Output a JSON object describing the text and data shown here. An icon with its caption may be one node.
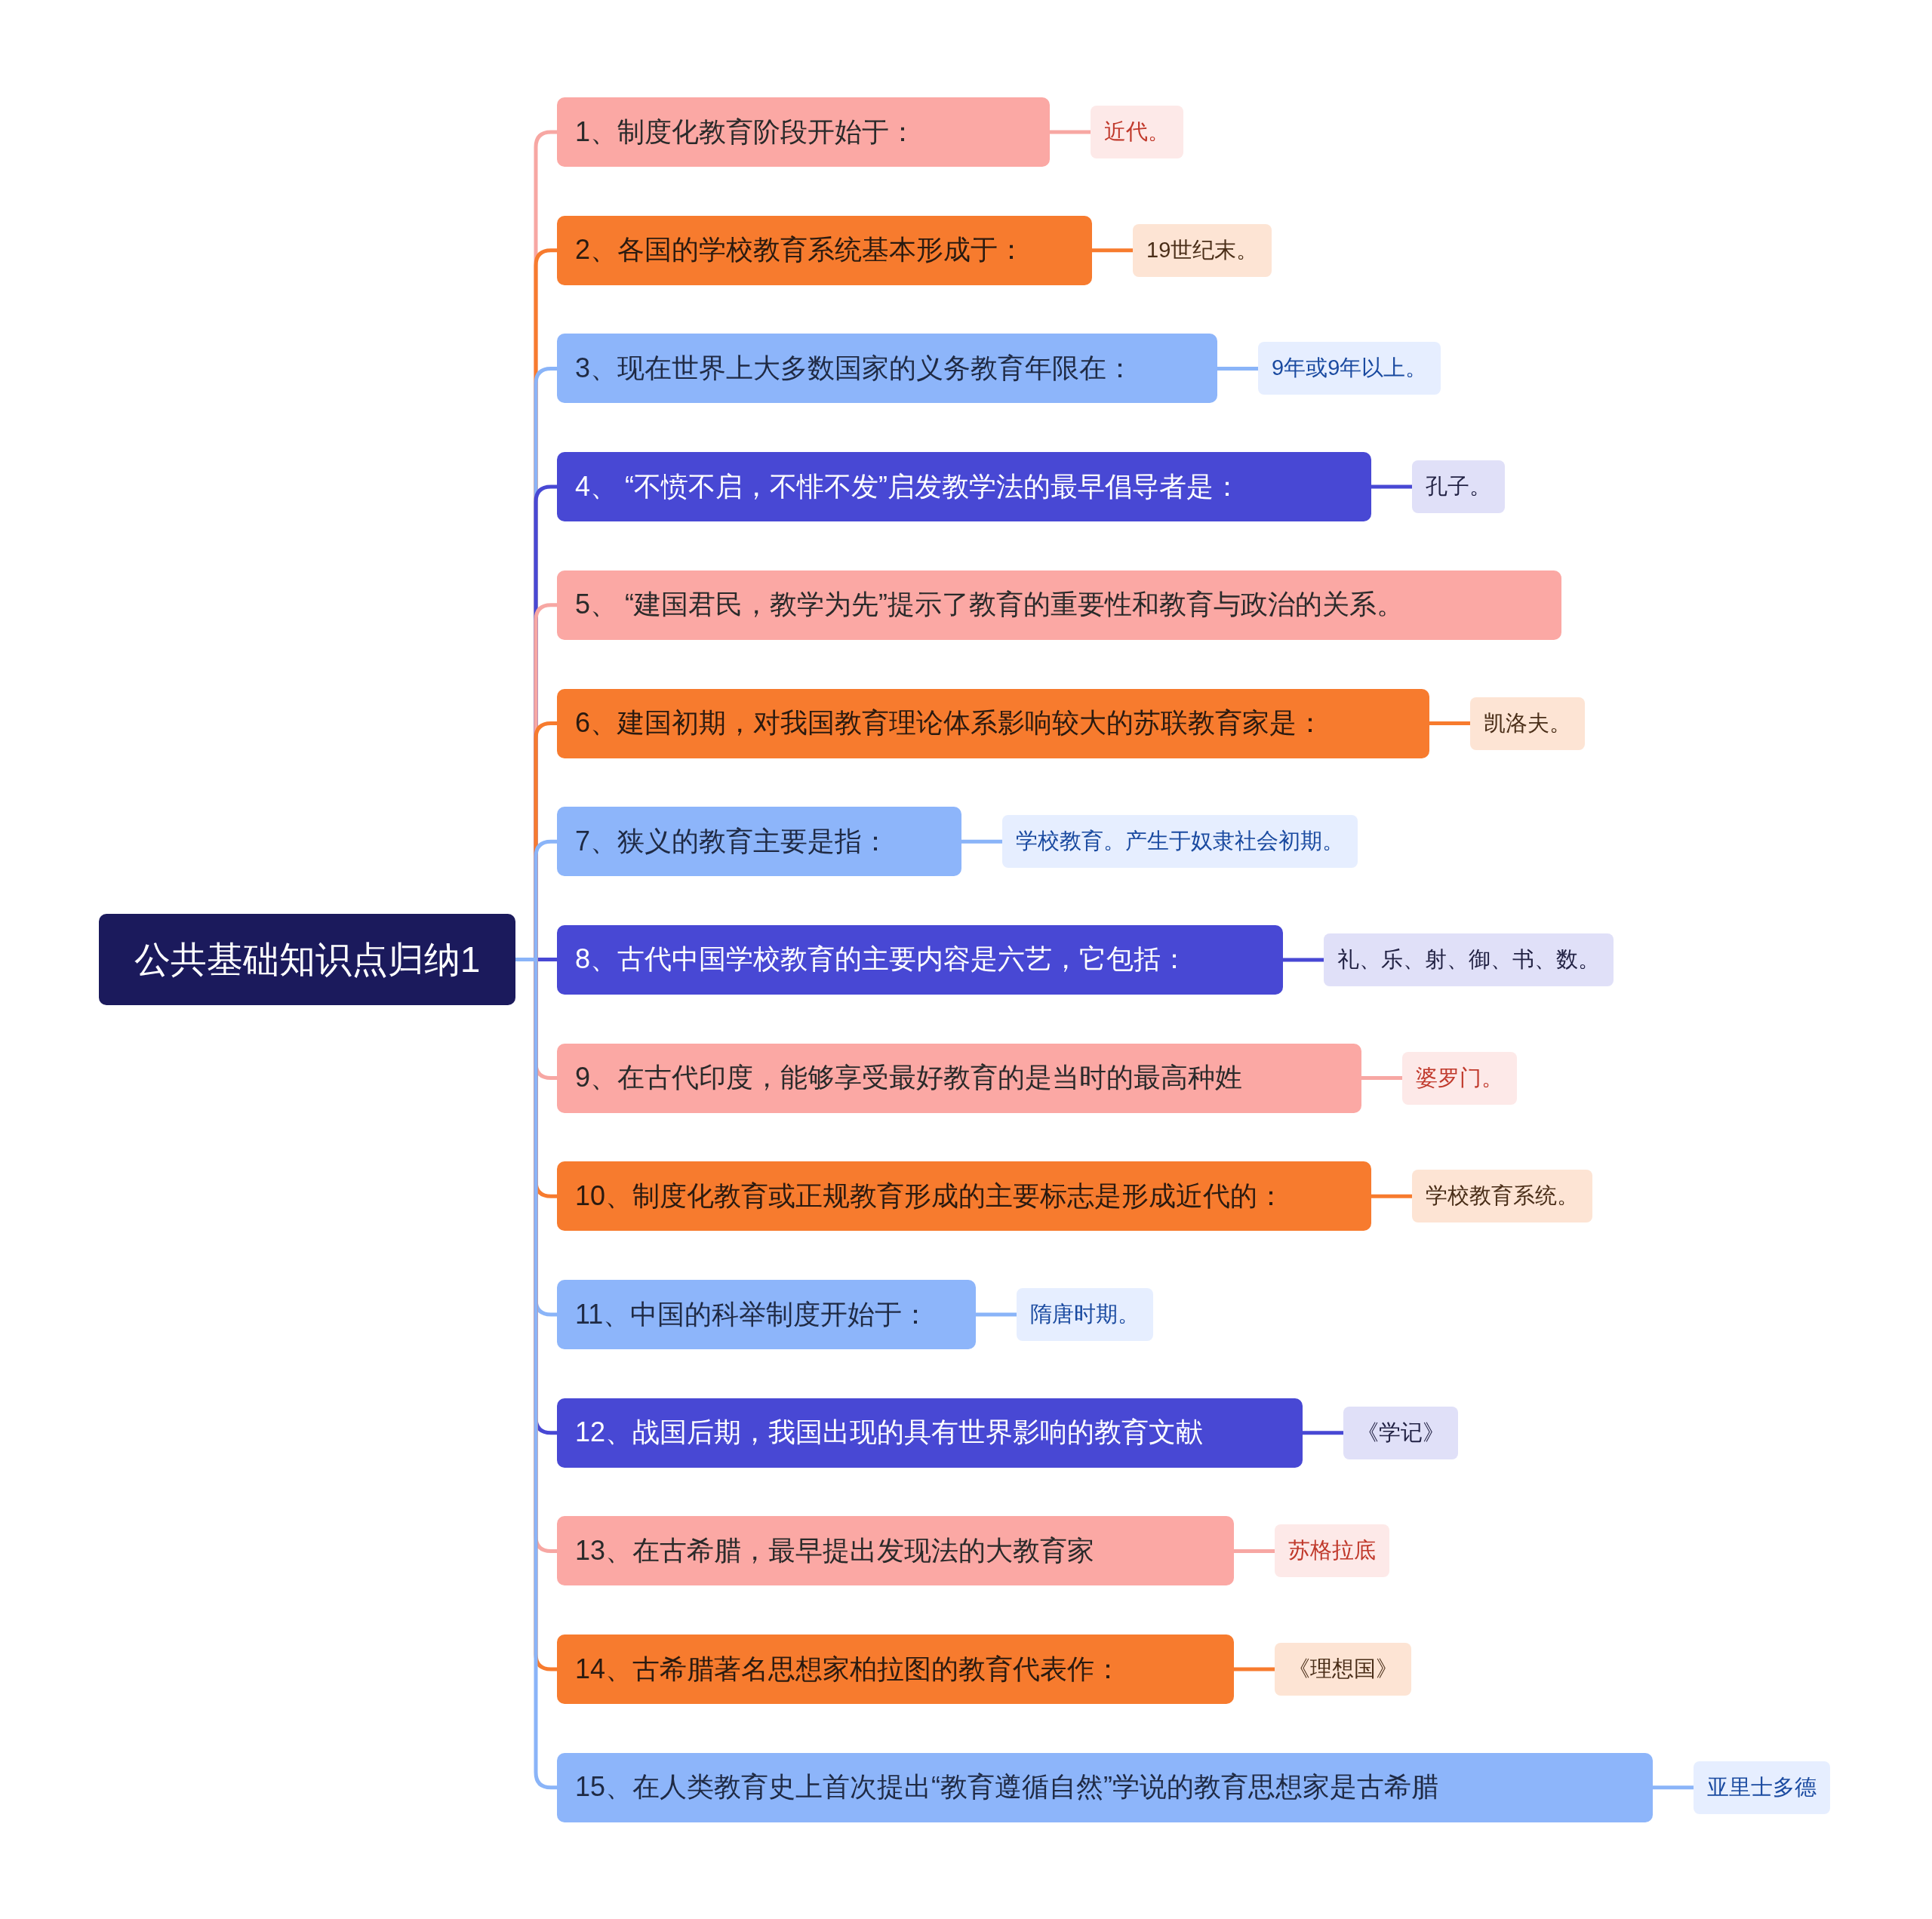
{
  "diagram": {
    "nodes": [
      {
        "text": [
          "公共基础知识点归纳1"
        ]
      },
      {
        "text": [
          "1、制度化教育阶段开始于："
        ]
      },
      {
        "text": [
          "近代。"
        ]
      },
      {
        "text": [
          "2、各国的学校教育系统基本形成于："
        ]
      },
      {
        "text": [
          "19世纪末。"
        ]
      },
      {
        "text": [
          "3、现在世界上大多数国家的义务教育年限在："
        ]
      },
      {
        "text": [
          "9年或9年以上。"
        ]
      },
      {
        "text": [
          "4、 “不愤不启，不悱不发”启发教学法的最早倡导者是："
        ]
      },
      {
        "text": [
          "孔子。"
        ]
      },
      {
        "text": [
          "5、 “建国君民，教学为先”提示了教育的重要性和教育与政治的关系。"
        ]
      },
      {
        "text": [
          "6、建国初期，对我国教育理论体系影响较大的苏联教育家是："
        ]
      },
      {
        "text": [
          "凯洛夫。"
        ]
      },
      {
        "text": [
          "7、狭义的教育主要是指："
        ]
      },
      {
        "text": [
          "学校教育。产生于奴隶社会初期。"
        ]
      },
      {
        "text": [
          "8、古代中国学校教育的主要内容是六艺，它包括："
        ]
      },
      {
        "text": [
          "礼、乐、射、御、书、数。"
        ]
      },
      {
        "text": [
          "9、在古代印度，能够享受最好教育的是当时的最高种姓"
        ]
      },
      {
        "text": [
          "婆罗门。"
        ]
      },
      {
        "text": [
          "10、制度化教育或正规教育形成的主要标志是形成近代的："
        ]
      },
      {
        "text": [
          "学校教育系统。"
        ]
      },
      {
        "text": [
          "11、中国的科举制度开始于："
        ]
      },
      {
        "text": [
          "隋唐时期。"
        ]
      },
      {
        "text": [
          "12、战国后期，我国出现的具有世界影响的教育文献"
        ]
      },
      {
        "text": [
          "《学记》"
        ]
      },
      {
        "text": [
          "13、在古希腊，最早提出发现法的大教育家"
        ]
      },
      {
        "text": [
          "苏格拉底"
        ]
      },
      {
        "text": [
          "14、古希腊著名思想家柏拉图的教育代表作："
        ]
      },
      {
        "text": [
          "《理想国》"
        ]
      },
      {
        "text": [
          "15、在人类教育史上首次提出“教育遵循自然”学说的教育思想家是古希腊"
        ]
      },
      {
        "text": [
          "亚里士多德"
        ]
      }
    ],
    "edges": [
      {
        "from": 0,
        "to": 1,
        "arrow": "none",
        "color": "#f7a7a3"
      },
      {
        "from": 1,
        "to": 2,
        "arrow": "none",
        "color": "#f7a7a3"
      },
      {
        "from": 0,
        "to": 3,
        "arrow": "none",
        "color": "#f77b2e"
      },
      {
        "from": 3,
        "to": 4,
        "arrow": "none",
        "color": "#f77b2e"
      },
      {
        "from": 0,
        "to": 5,
        "arrow": "none",
        "color": "#8ab4f8"
      },
      {
        "from": 5,
        "to": 6,
        "arrow": "none",
        "color": "#8ab4f8"
      },
      {
        "from": 0,
        "to": 7,
        "arrow": "none",
        "color": "#4848d4"
      },
      {
        "from": 7,
        "to": 8,
        "arrow": "none",
        "color": "#4848d4"
      },
      {
        "from": 0,
        "to": 9,
        "arrow": "none",
        "color": "#f7a7a3"
      },
      {
        "from": 0,
        "to": 10,
        "arrow": "none",
        "color": "#f77b2e"
      },
      {
        "from": 10,
        "to": 11,
        "arrow": "none",
        "color": "#f77b2e"
      },
      {
        "from": 0,
        "to": 12,
        "arrow": "none",
        "color": "#8ab4f8"
      },
      {
        "from": 12,
        "to": 13,
        "arrow": "none",
        "color": "#8ab4f8"
      },
      {
        "from": 0,
        "to": 14,
        "arrow": "none",
        "color": "#4848d4"
      },
      {
        "from": 14,
        "to": 15,
        "arrow": "none",
        "color": "#4848d4"
      },
      {
        "from": 0,
        "to": 16,
        "arrow": "none",
        "color": "#f7a7a3"
      },
      {
        "from": 16,
        "to": 17,
        "arrow": "none",
        "color": "#f7a7a3"
      },
      {
        "from": 0,
        "to": 18,
        "arrow": "none",
        "color": "#f77b2e"
      },
      {
        "from": 18,
        "to": 19,
        "arrow": "none",
        "color": "#f77b2e"
      },
      {
        "from": 0,
        "to": 20,
        "arrow": "none",
        "color": "#8ab4f8"
      },
      {
        "from": 20,
        "to": 21,
        "arrow": "none",
        "color": "#8ab4f8"
      },
      {
        "from": 0,
        "to": 22,
        "arrow": "none",
        "color": "#4848d4"
      },
      {
        "from": 22,
        "to": 23,
        "arrow": "none",
        "color": "#4848d4"
      },
      {
        "from": 0,
        "to": 24,
        "arrow": "none",
        "color": "#f7a7a3"
      },
      {
        "from": 24,
        "to": 25,
        "arrow": "none",
        "color": "#f7a7a3"
      },
      {
        "from": 0,
        "to": 26,
        "arrow": "none",
        "color": "#f77b2e"
      },
      {
        "from": 26,
        "to": 27,
        "arrow": "none",
        "color": "#f77b2e"
      },
      {
        "from": 0,
        "to": 28,
        "arrow": "none",
        "color": "#8ab4f8"
      },
      {
        "from": 28,
        "to": 29,
        "arrow": "none",
        "color": "#8ab4f8"
      }
    ]
  }
}
